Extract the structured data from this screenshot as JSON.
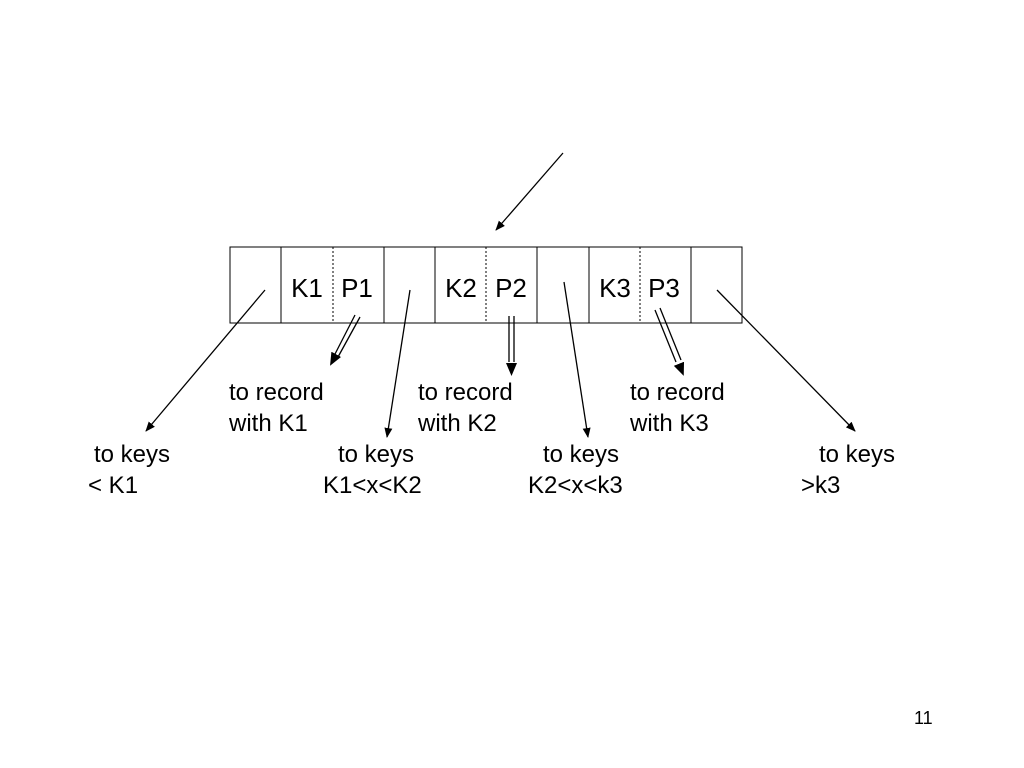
{
  "node": {
    "cells": [
      {
        "key": "K1",
        "pointer": "P1"
      },
      {
        "key": "K2",
        "pointer": "P2"
      },
      {
        "key": "K3",
        "pointer": "P3"
      }
    ]
  },
  "record_labels": [
    {
      "line1": "to record",
      "line2": "with K1"
    },
    {
      "line1": "to record",
      "line2": "with K2"
    },
    {
      "line1": "to record",
      "line2": "with K3"
    }
  ],
  "key_labels": [
    {
      "line1": "to keys",
      "line2": "< K1"
    },
    {
      "line1": "to keys",
      "line2": "K1<x<K2"
    },
    {
      "line1": "to keys",
      "line2": "K2<x<k3"
    },
    {
      "line1": "to keys",
      "line2": ">k3"
    }
  ],
  "page_number": "11"
}
